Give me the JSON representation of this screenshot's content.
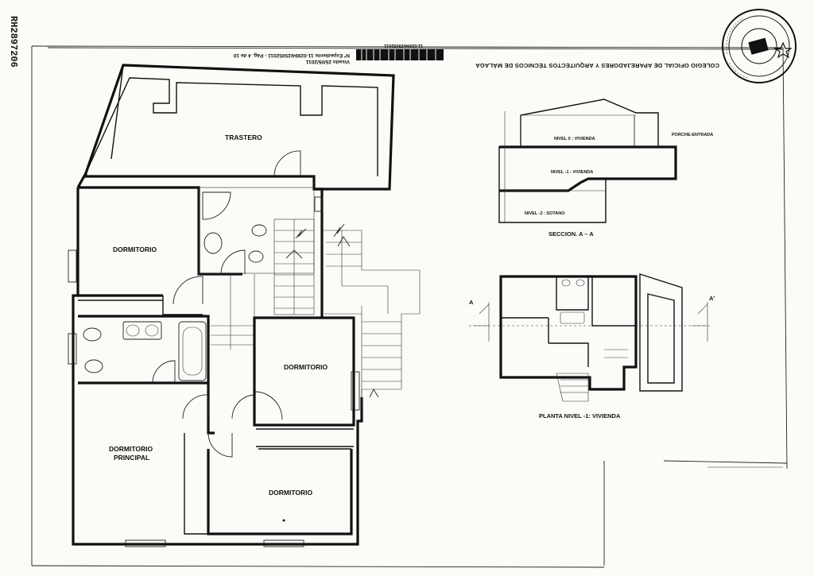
{
  "side_code": "RH2897206",
  "stamp": {
    "line1": "COLEGIO OFICIAL DE APAREJADORES Y ARQUITECTOS TÉCNICOS DE MÁLAGA",
    "line2": "Nº Expediente 11-02994/25052011 - Pág. 4 de 10",
    "line3": "Visado 25/05/2011",
    "barcode_text": "11-02994/25052011"
  },
  "plan_rooms": {
    "trastero": "TRASTERO",
    "dormitorio_1": "DORMITORIO",
    "dormitorio_2": "DORMITORIO",
    "dormitorio_3": "DORMITORIO",
    "dormitorio_principal_l1": "DORMITORIO",
    "dormitorio_principal_l2": "PRINCIPAL"
  },
  "section": {
    "title": "SECCION. A – A",
    "nivel0": "NIVEL 0 : VIVIENDA",
    "nivel1": "NIVEL -1 : VIVIENDA",
    "nivel2": "NIVEL -2 : SOTANO",
    "porche": "PORCHE-ENTRADA"
  },
  "keyplan": {
    "title": "PLANTA NIVEL -1: VIVIENDA",
    "mark_left": "A",
    "mark_right": "A'"
  },
  "colors": {
    "ink": "#111111",
    "paper": "#fbfbf8"
  }
}
